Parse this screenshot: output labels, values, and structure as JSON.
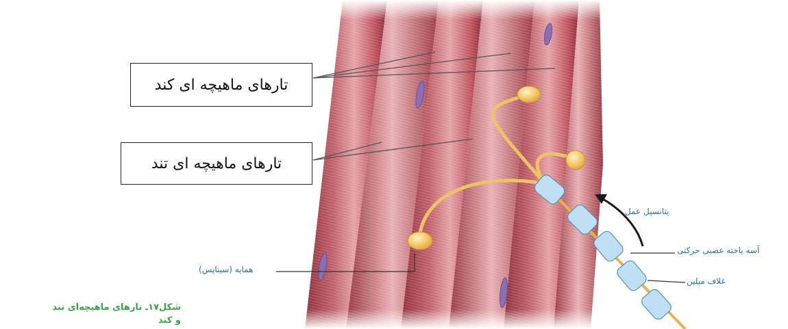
{
  "labels": {
    "slow_fibers": "تارهای ماهیچه ای کند",
    "fast_fibers": "تارهای ماهیچه ای تند",
    "action_potential": "پتانسیل عمل",
    "motor_neuron": "آسه یاخته عصبی حرکتی",
    "myelin_sheath": "غلاف میلین",
    "synapse": "همایه (سیناپس)"
  },
  "caption": {
    "line1": "شکل۱۷ـ تارهای ماهیچه‌ای تند",
    "line2": "و کند"
  },
  "colors": {
    "muscle": "#b8505a",
    "nerve": "#f0c060",
    "myelin": "#b8d8ec",
    "caption": "#3aa34a",
    "blue_label": "#2b6db0"
  }
}
